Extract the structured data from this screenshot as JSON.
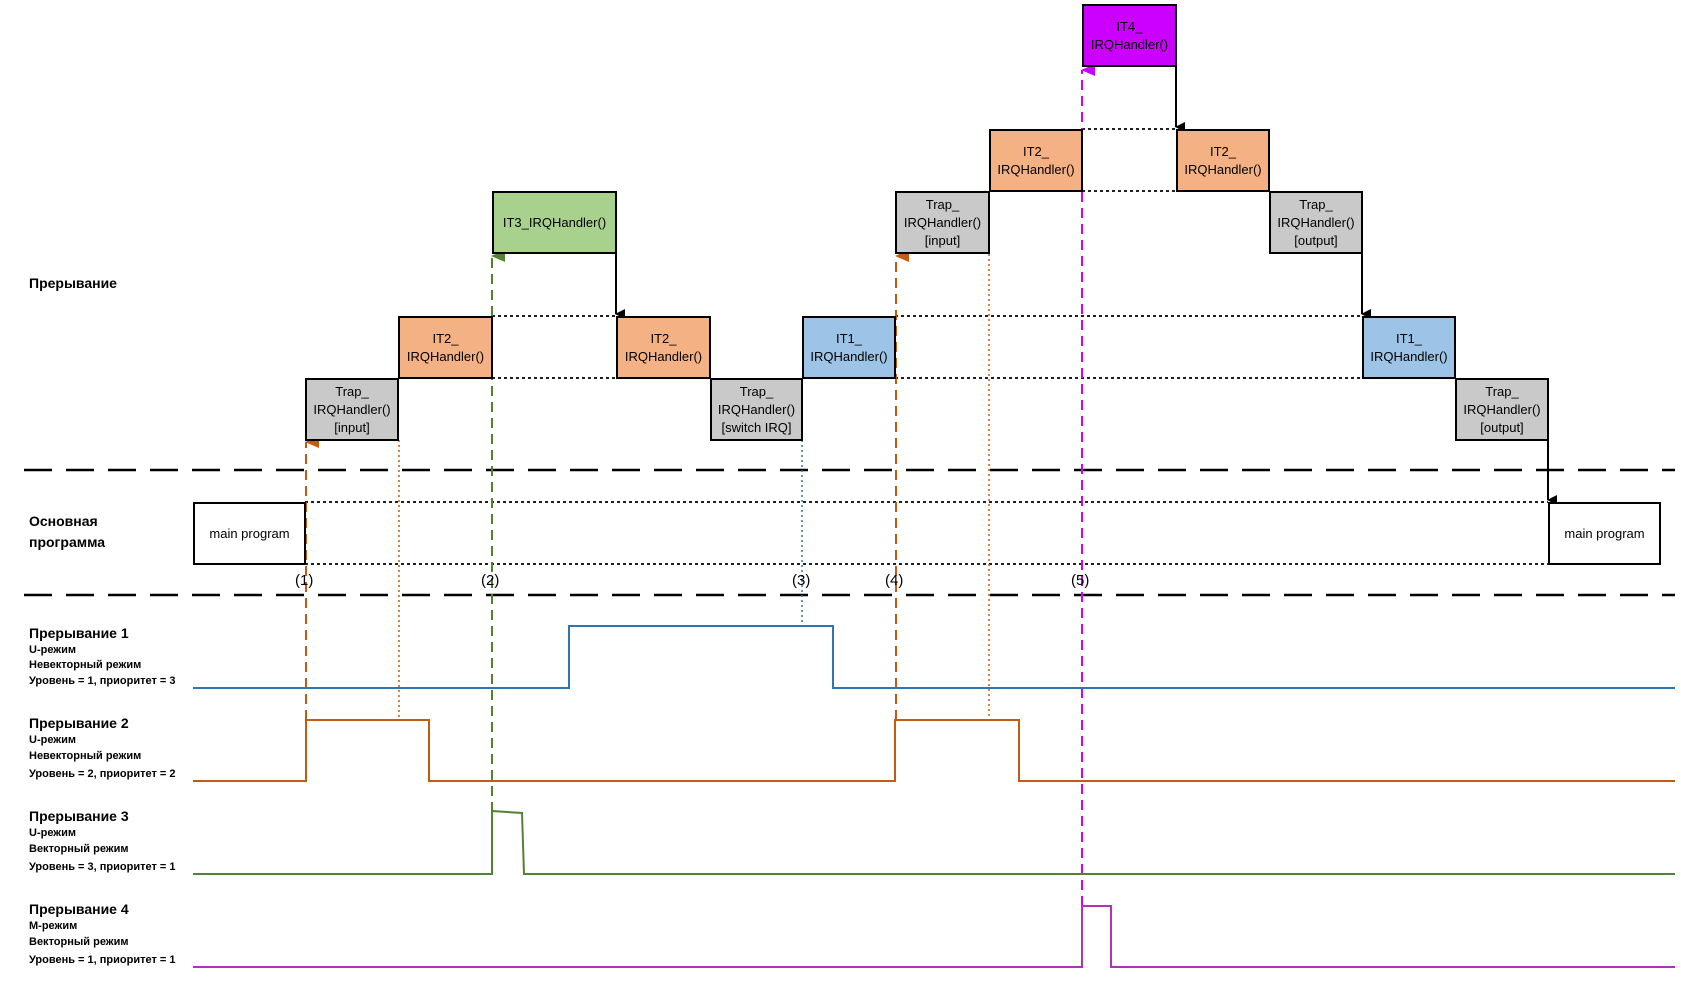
{
  "labels": {
    "interrupt": "Прерывание",
    "main_program_l1": "Основная",
    "main_program_l2": "программа"
  },
  "signals": [
    {
      "title": "Прерывание 1",
      "mode": "U-режим",
      "vector": "Невекторный режим",
      "level": "Уровень = 1, приоритет = 3",
      "color": "#2e75b6"
    },
    {
      "title": "Прерывание 2",
      "mode": "U-режим",
      "vector": "Невекторный режим",
      "level": "Уровень = 2, приоритет = 2",
      "color": "#c55a11"
    },
    {
      "title": "Прерывание 3",
      "mode": "U-режим",
      "vector": "Векторный режим",
      "level": "Уровень = 3, приоритет = 1",
      "color": "#548235"
    },
    {
      "title": "Прерывание 4",
      "mode": "M-режим",
      "vector": "Векторный режим",
      "level": "Уровень = 1, приоритет = 1",
      "color": "#b030c0"
    }
  ],
  "blocks": {
    "main_left": "main program",
    "trap_input_1": "Trap_\nIRQHandler()\n[input]",
    "it2_1": "IT2_\nIRQHandler()",
    "it3": "IT3_IRQHandler()",
    "it2_2": "IT2_\nIRQHandler()",
    "trap_switch": "Trap_\nIRQHandler()\n[switch IRQ]",
    "it1_1": "IT1_\nIRQHandler()",
    "trap_input_2": "Trap_\nIRQHandler()\n[input]",
    "it2_3": "IT2_\nIRQHandler()",
    "it4": "IT4_\nIRQHandler()",
    "it2_4": "IT2_\nIRQHandler()",
    "trap_output_1": "Trap_\nIRQHandler()\n[output]",
    "it1_2": "IT1_\nIRQHandler()",
    "trap_output_2": "Trap_\nIRQHandler()\n[output]",
    "main_right": "main program"
  },
  "markers": [
    "(1)",
    "(2)",
    "(3)",
    "(4)",
    "(5)"
  ],
  "colors": {
    "trap": "#c9c9c9",
    "it2": "#f4b183",
    "it1": "#9dc3e6",
    "it3": "#a9d18e",
    "it4": "#cc00ff",
    "irq1": "#2e75b6",
    "irq2": "#c55a11",
    "irq3": "#548235",
    "irq4": "#b030c0"
  }
}
